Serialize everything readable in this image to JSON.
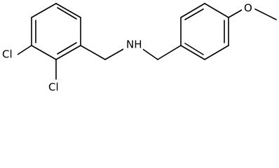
{
  "molecule": {
    "atoms": {
      "cl_top": "Cl",
      "cl_bottom": "Cl",
      "nh": "NH",
      "o": "O"
    }
  }
}
